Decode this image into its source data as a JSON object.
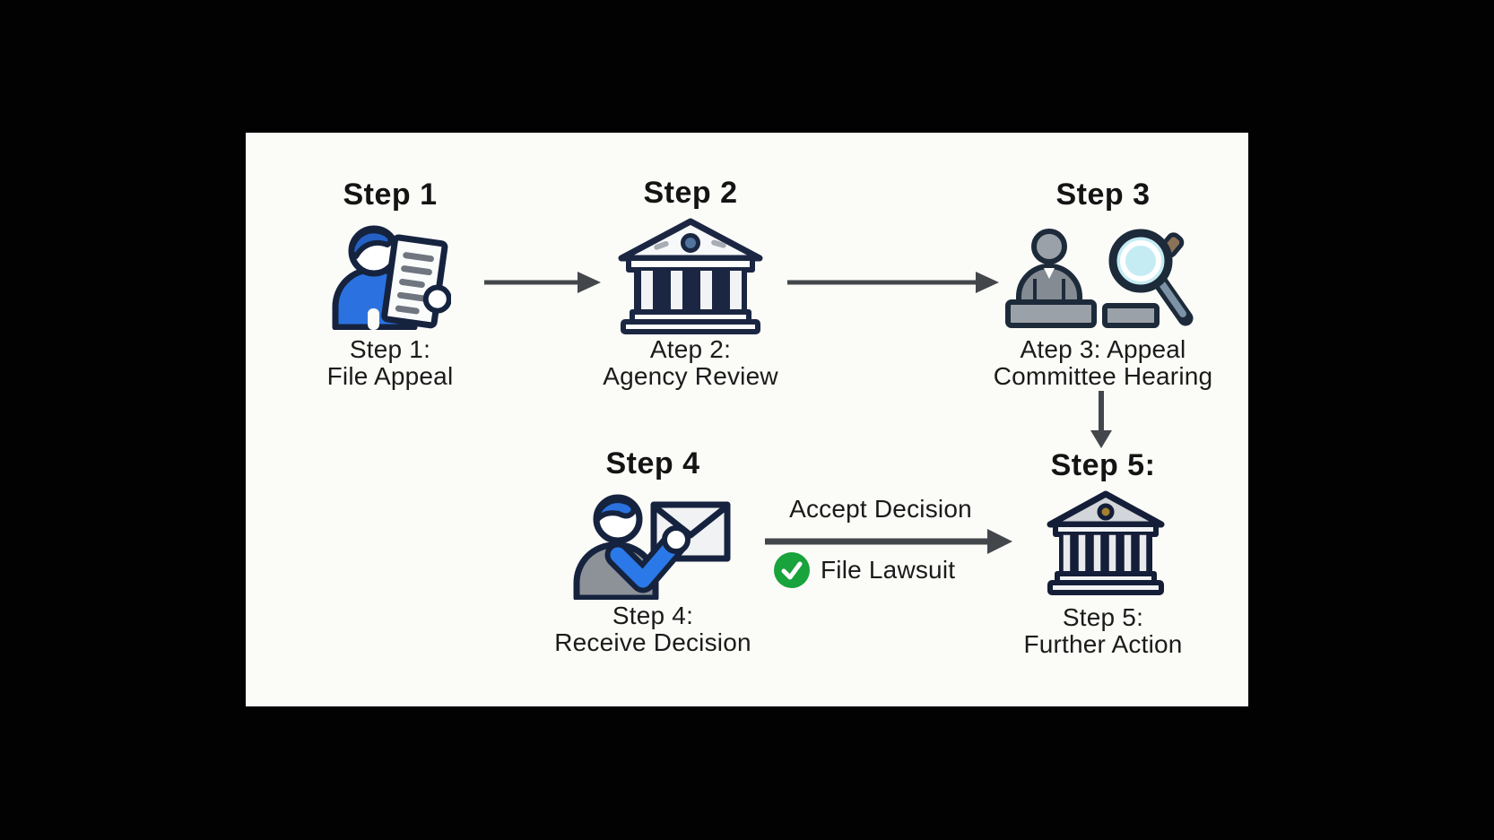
{
  "flowchart": {
    "steps": [
      {
        "title": "Step 1",
        "caption_line1": "Step 1:",
        "caption_line2": "File Appeal",
        "icon": "person-document-icon"
      },
      {
        "title": "Step 2",
        "caption_line1": "Atep 2:",
        "caption_line2": "Agency Review",
        "icon": "courthouse-icon"
      },
      {
        "title": "Step 3",
        "caption_line1": "Atep 3: Appeal",
        "caption_line2": "Committee Hearing",
        "icon": "judge-magnifier-icon"
      },
      {
        "title": "Step 4",
        "caption_line1": "Step 4:",
        "caption_line2": "Receive Decision",
        "icon": "person-envelope-icon"
      },
      {
        "title": "Step 5:",
        "caption_line1": "Step 5:",
        "caption_line2": "Further Action",
        "icon": "courthouse-gray-icon"
      }
    ],
    "branch": {
      "top_label": "Accept Decision",
      "bottom_label": "File Lawsuit",
      "bottom_icon": "check-icon"
    },
    "colors": {
      "background": "#020202",
      "card": "#fbfbf8",
      "arrow_gray": "#43474b",
      "outline_navy": "#16233f",
      "accent_blue": "#2b72e0",
      "hair_blue": "#2361c6",
      "check_green": "#18a33c",
      "lens_cyan": "#c5ecf3",
      "steel_blue_ornament": "#51749e",
      "gold_ornament": "#a6802e",
      "gray_fill": "#9ba1a8"
    }
  }
}
